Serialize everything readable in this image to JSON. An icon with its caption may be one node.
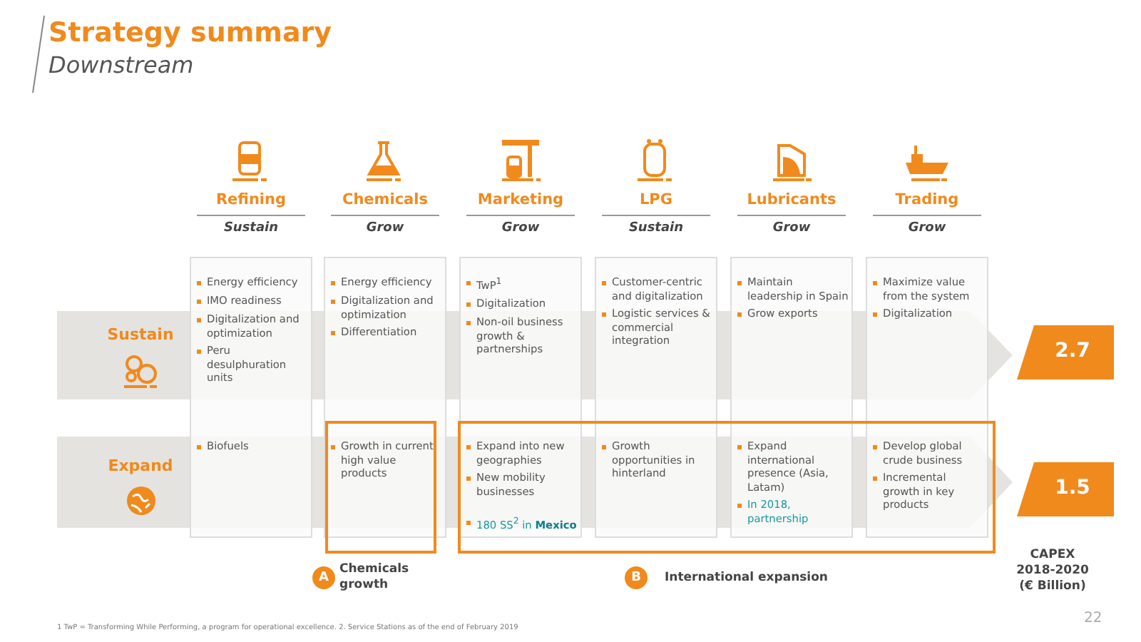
{
  "diagram": {
    "title": "Strategy summary",
    "nodes": [
      {
        "text": [
          "Sustain"
        ]
      },
      {
        "text": [
          "Expand"
        ]
      },
      {
        "text": [
          "2.7"
        ]
      },
      {
        "text": [
          "1.5"
        ]
      },
      {
        "text": [
          "A"
        ],
        "beside": [
          "Chemicals growth"
        ]
      },
      {
        "text": [
          "B"
        ],
        "beside": [
          "International expansion"
        ]
      }
    ],
    "labels": [
      "Downstream",
      "Refining",
      "Chemicals",
      "Marketing",
      "LPG",
      "Lubricants",
      "Trading",
      "Sustain",
      "Grow",
      "Grow",
      "Sustain",
      "Grow",
      "Grow",
      "Energy efficiency",
      "IMO readiness",
      "Digitalization and optimization",
      "Peru desulphuration units",
      "Energy efficiency",
      "Digitalization and optimization",
      "Differentiation",
      "TwP$^{1}$",
      "Digitalization",
      "Non-oil business growth & partnerships",
      "Customer-centric and digitalization",
      "Logistic services & commercial integration",
      "Maintain leadership in Spain",
      "Grow exports",
      "Maximize value from the system",
      "Digitalization",
      "Biofuels",
      "Growth in current high value products",
      "Expand into new geographies",
      "New mobility businesses",
      "180 SS$^{2}$ in **Mexico**",
      "Growth opportunities in hinterland",
      "Expand international presence (Asia, Latam)",
      "In 2018, partnership",
      "Develop global crude business",
      "Incremental growth in key products",
      "CAPEX 2018-2020 (€ Billion)",
      "22",
      "1 TwP = Transforming While Performing, a program for operational excellence. 2. Service Stations as of the end of February 2019"
    ]
  }
}
